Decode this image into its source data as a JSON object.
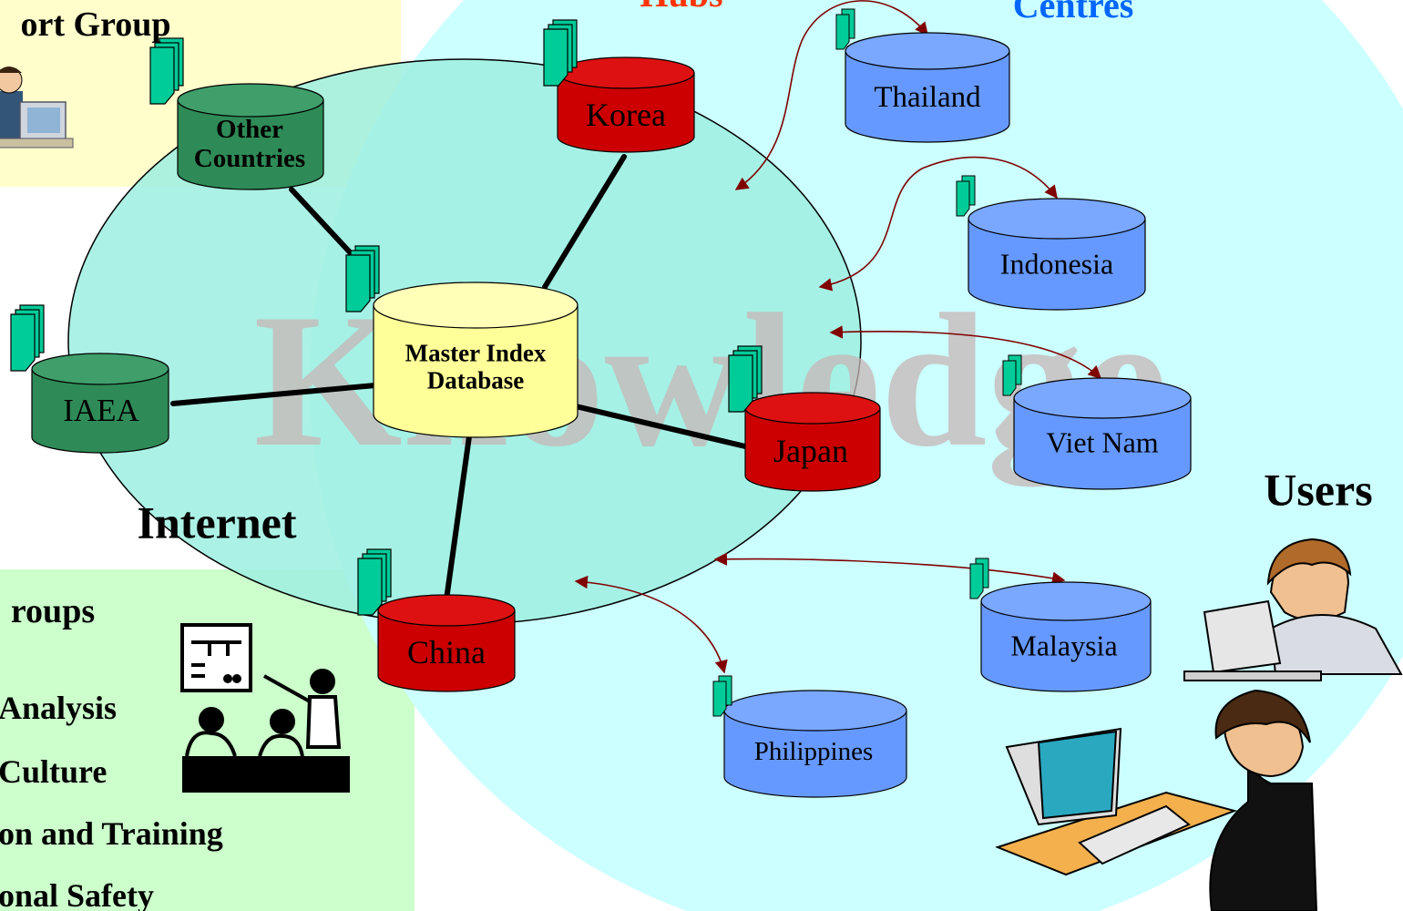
{
  "watermark": "Knowledge",
  "headings": {
    "hubs": "Hubs",
    "centres": "Centres",
    "support_group": "ort Group",
    "internet": "Internet",
    "users": "Users",
    "groups": "roups"
  },
  "groups_list": [
    "Analysis",
    "Culture",
    "on and Training",
    "onal Safety"
  ],
  "nodes": {
    "master": {
      "line1": "Master Index",
      "line2": "Database"
    },
    "other_countries": {
      "line1": "Other",
      "line2": "Countries"
    },
    "iaea": "IAEA",
    "korea": "Korea",
    "japan": "Japan",
    "china": "China",
    "thailand": "Thailand",
    "indonesia": "Indonesia",
    "viet_nam": "Viet Nam",
    "malaysia": "Malaysia",
    "philippines": "Philippines"
  },
  "colors": {
    "hub_red": "#cc0000",
    "centre_blue": "#6699ff",
    "green_node": "#2e8b57",
    "master_yellow": "#ffff99",
    "doc_green": "#00cc99",
    "arrow_dark_red": "#800000",
    "hubs_orange": "#ff3300",
    "centres_blue": "#0066ff",
    "support_bg": "#ffffcc",
    "groups_bg": "#ccffcc",
    "user_circle": "#ccffff",
    "internet_circle": "#9eeee0"
  }
}
